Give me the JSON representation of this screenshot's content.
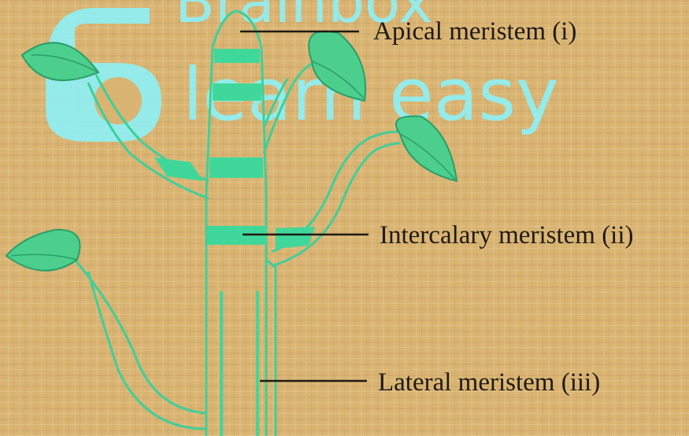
{
  "diagram": {
    "labels": {
      "apical": "Apical meristem (i)",
      "intercalary": "Intercalary meristem (ii)",
      "lateral": "Lateral meristem (iii)"
    }
  },
  "watermark": {
    "brand": "Brainbox",
    "tagline": "learn easy"
  },
  "colors": {
    "background": "#d9b473",
    "outline": "#3fcf9a",
    "meristem_band": "#3fd89a",
    "leaf_fill": "#4ccf8c",
    "label_text": "#1e1a14",
    "pointer_line": "#1e1a14",
    "watermark": "#8ff0f4"
  }
}
